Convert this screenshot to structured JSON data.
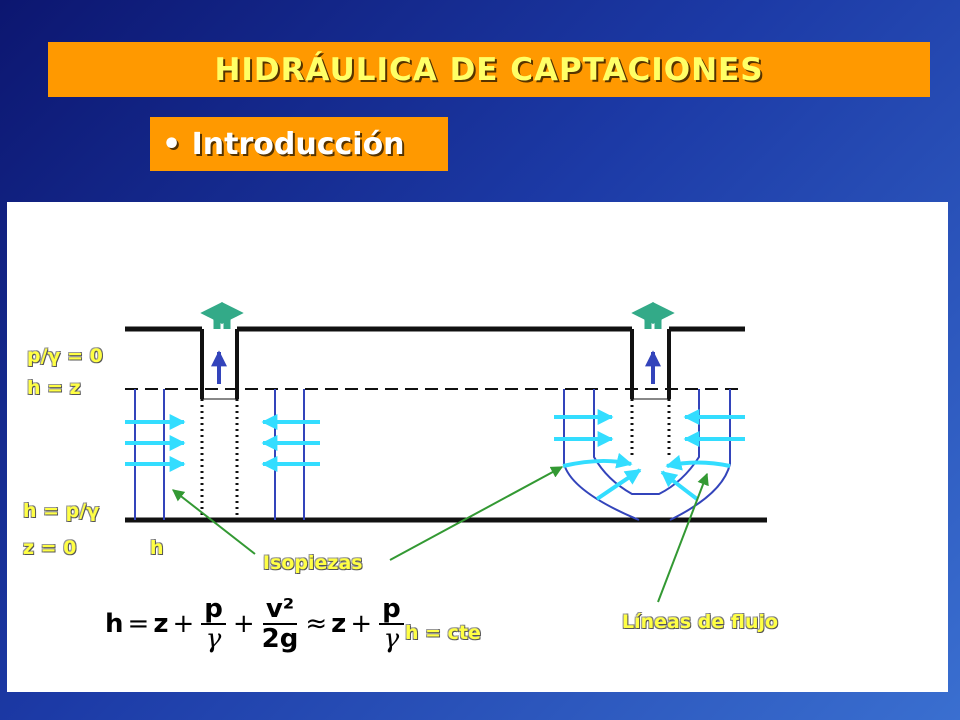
{
  "title": "HIDRÁULICA DE CAPTACIONES",
  "subtitle": "• Introducción",
  "diagram": {
    "label_pg0": "p/γ = 0",
    "label_hz": "h = z",
    "label_hpg": "h = p/γ",
    "label_z0": "z = 0",
    "label_h": "h",
    "label_isopiezas": "Isopiezas",
    "label_lineas": "Líneas de flujo",
    "label_hcte": "h = cte"
  },
  "formula": {
    "lhs": "h",
    "eq": "=",
    "z1": "z",
    "plus1": "+",
    "p_num1": "p",
    "gamma_den1": "γ",
    "plus2": "+",
    "v_num": "v²",
    "twog_den": "2g",
    "approx": "≈",
    "z2": "z",
    "plus3": "+",
    "p_num2": "p",
    "gamma_den2": "γ"
  },
  "colors": {
    "background_dark": "#0c1670",
    "background_light": "#3a6fd0",
    "accent_orange": "#ff9900",
    "title_yellow": "#ffff66",
    "isopieza_blue": "#3344bb",
    "flow_cyan": "#33ddff",
    "arrow_green": "#339933"
  }
}
